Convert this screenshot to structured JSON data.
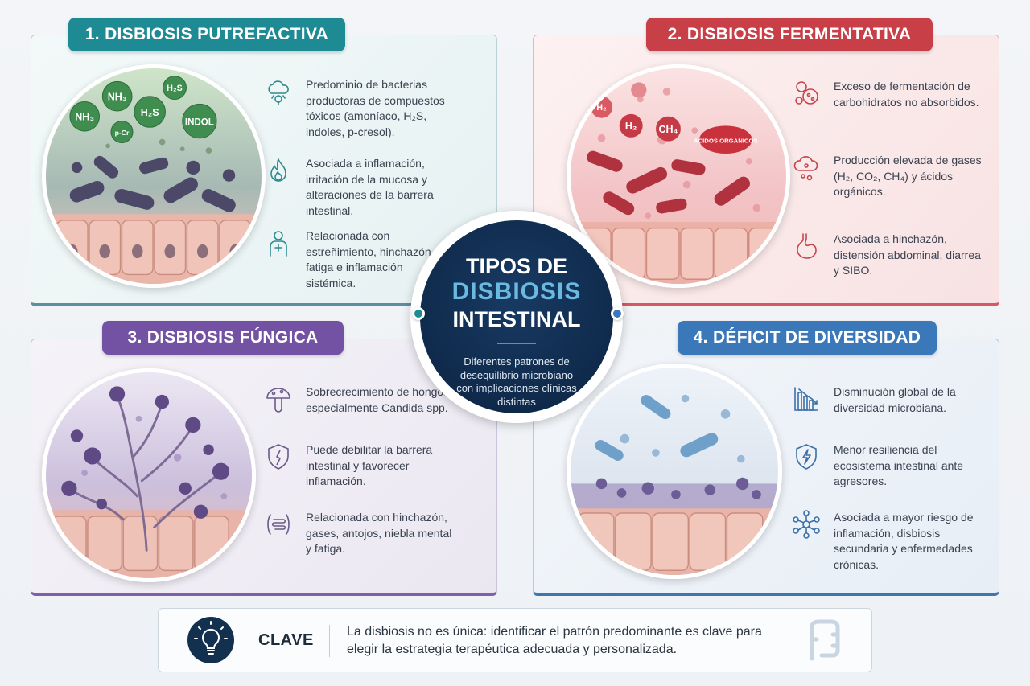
{
  "center": {
    "line1": "TIPOS DE",
    "line2": "DISBIOSIS",
    "line3": "INTESTINAL",
    "subtitle": "Diferentes patrones de desequilibrio microbiano con implicaciones clínicas distintas"
  },
  "panels": [
    {
      "title": "1. DISBIOSIS PUTREFACTIVA",
      "accent": "#1e8a94",
      "illustration_labels": [
        "NH₃",
        "NH₃",
        "H₂S",
        "H₂S",
        "INDOL",
        "p-Cr"
      ],
      "items": [
        {
          "icon": "cloud-bacteria-icon",
          "text": "Predominio de bacterias productoras de compuestos tóxicos (amoníaco, H₂S, indoles, p-cresol)."
        },
        {
          "icon": "flame-icon",
          "text": "Asociada a inflamación, irritación de la mucosa y alteraciones de la barrera intestinal."
        },
        {
          "icon": "person-icon",
          "text": "Relacionada con estreñimiento, hinchazón, fatiga e inflamación sistémica."
        }
      ]
    },
    {
      "title": "2. DISBIOSIS FERMENTATIVA",
      "accent": "#c83f48",
      "illustration_labels": [
        "H₂",
        "H₂",
        "CH₄",
        "ÁCIDOS ORGÁNICOS"
      ],
      "items": [
        {
          "icon": "bubbles-icon",
          "text": "Exceso de fermentación de carbohidratos no absorbidos."
        },
        {
          "icon": "gas-cloud-icon",
          "text": "Producción elevada de gases (H₂, CO₂, CH₄) y ácidos orgánicos."
        },
        {
          "icon": "stomach-icon",
          "text": "Asociada a hinchazón, distensión abdominal, diarrea y SIBO."
        }
      ]
    },
    {
      "title": "3. DISBIOSIS FÚNGICA",
      "accent": "#7352a4",
      "items": [
        {
          "icon": "mushroom-icon",
          "text": "Sobrecrecimiento de hongos, especialmente Candida spp."
        },
        {
          "icon": "broken-shield-icon",
          "text": "Puede debilitar la barrera intestinal y favorecer inflamación."
        },
        {
          "icon": "intestine-icon",
          "text": "Relacionada con hinchazón, gases, antojos, niebla mental y fatiga."
        }
      ]
    },
    {
      "title": "4. DÉFICIT DE DIVERSIDAD",
      "accent": "#3a78b9",
      "items": [
        {
          "icon": "declining-chart-icon",
          "text": "Disminución global de la diversidad microbiana."
        },
        {
          "icon": "lightning-shield-icon",
          "text": "Menor resiliencia del ecosistema intestinal ante agresores."
        },
        {
          "icon": "network-icon",
          "text": "Asociada a mayor riesgo de inflamación, disbiosis secundaria y enfermedades crónicas."
        }
      ]
    }
  ],
  "key": {
    "icon": "lightbulb-icon",
    "label": "CLAVE",
    "message": "La disbiosis no es única: identificar el patrón predominante es clave para elegir la estrategia terapéutica adecuada y personalizada."
  }
}
